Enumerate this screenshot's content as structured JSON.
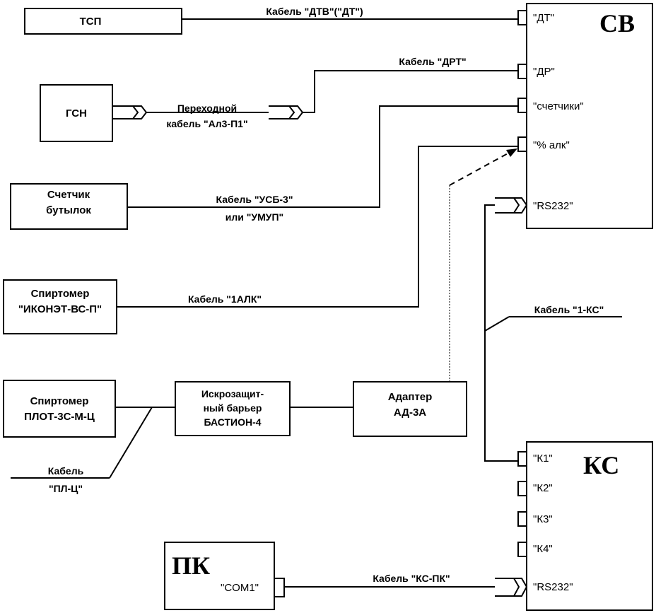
{
  "boxes": {
    "tsp": "ТСП",
    "gsn": "ГСН",
    "counter_l1": "Счетчик",
    "counter_l2": "бутылок",
    "spirt1_l1": "Спиртомер",
    "spirt1_l2": "\"ИКОНЭТ-ВС-П\"",
    "spirt2_l1": "Спиртомер",
    "spirt2_l2": "ПЛОТ-3С-М-Ц",
    "barrier_l1": "Искрозащит-",
    "barrier_l2": "ный барьер",
    "barrier_l3": "БАСТИОН-4",
    "adapter_l1": "Адаптер",
    "adapter_l2": "АД-3А",
    "sv": "СВ",
    "ks": "КС",
    "pk": "ПК"
  },
  "ports": {
    "sv_dt": "\"ДТ\"",
    "sv_dr": "\"ДР\"",
    "sv_counters": "\"счетчики\"",
    "sv_alk": "\"% алк\"",
    "sv_rs232": "\"RS232\"",
    "ks_k1": "\"К1\"",
    "ks_k2": "\"К2\"",
    "ks_k3": "\"К3\"",
    "ks_k4": "\"К4\"",
    "ks_rs232": "\"RS232\"",
    "pk_com1": "\"COM1\""
  },
  "cables": {
    "dtv": "Кабель \"ДТВ\"(\"ДТ\")",
    "drt": "Кабель \"ДРТ\"",
    "adapter_l1": "Переходной",
    "adapter_l2": "кабель \"Ал3-П1\"",
    "usb_l1": "Кабель \"УСБ-3\"",
    "usb_l2": "или \"УМУП\"",
    "alk": "Кабель \"1АЛК\"",
    "ks1": "Кабель \"1-КС\"",
    "pl_l1": "Кабель",
    "pl_l2": "\"ПЛ-Ц\"",
    "kspk": "Кабель \"КС-ПК\""
  }
}
